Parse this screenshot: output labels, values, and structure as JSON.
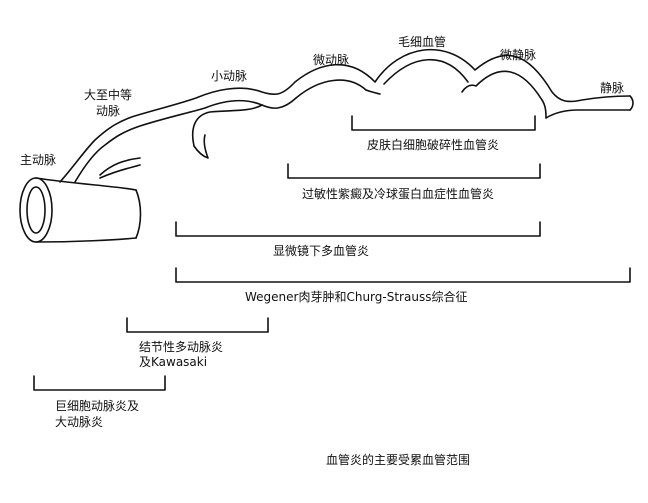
{
  "colors": {
    "ink": "#111111",
    "background": "#ffffff"
  },
  "vessels": {
    "aorta": "主动脉",
    "large_medium": "大至中等\n动脉",
    "small_artery": "小动脉",
    "arteriole": "微动脉",
    "capillary": "毛细血管",
    "venule": "微静脉",
    "vein": "静脉"
  },
  "ranges": [
    {
      "label": "皮肤白细胞破碎性血管炎"
    },
    {
      "label": "过敏性紫癜及冷球蛋白血症性血管炎"
    },
    {
      "label": "显微镜下多血管炎"
    },
    {
      "label": "Wegener肉芽肿和Churg-Strauss综合征"
    },
    {
      "label": "结节性多动脉炎\n及Kawasaki"
    },
    {
      "label": "巨细胞动脉炎及\n大动脉炎"
    }
  ],
  "caption": "血管炎的主要受累血管范围"
}
